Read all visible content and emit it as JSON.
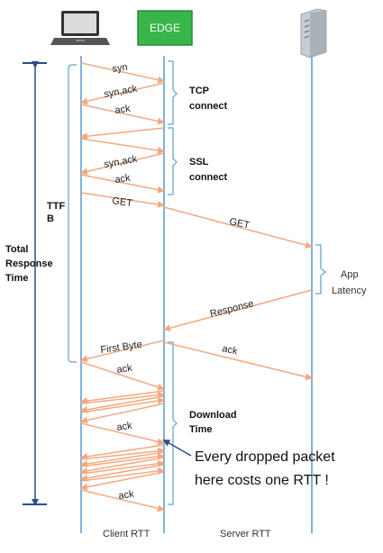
{
  "actors": {
    "edge_label": "EDGE"
  },
  "messages": {
    "syn": "syn",
    "syn_ack_1": "syn,ack",
    "ack_1": "ack",
    "syn_ack_2": "syn,ack",
    "ack_2": "ack",
    "get_client": "GET",
    "get_server": "GET",
    "response": "Response",
    "first_byte": "First Byte",
    "ack_server": "ack",
    "ack_3": "ack",
    "ack_4": "ack",
    "ack_5": "ack"
  },
  "phases": {
    "tcp_line1": "TCP",
    "tcp_line2": "connect",
    "ssl_line1": "SSL",
    "ssl_line2": "connect",
    "app_line1": "App",
    "app_line2": "Latency",
    "download_line1": "Download",
    "download_line2": "Time"
  },
  "ttfb": {
    "line1": "TTF",
    "line2": "B"
  },
  "total": {
    "line1": "Total",
    "line2": "Response",
    "line3": "Time"
  },
  "note": {
    "line1": "Every dropped packet",
    "line2": "here costs one RTT !"
  },
  "footer": {
    "client_rtt": "Client RTT",
    "server_rtt": "Server RTT"
  },
  "colors": {
    "arrow": "#f4a97f",
    "lifeline": "#7fb2dc",
    "edge_box": "#39b54a",
    "bracket": "#7fb2dc"
  }
}
